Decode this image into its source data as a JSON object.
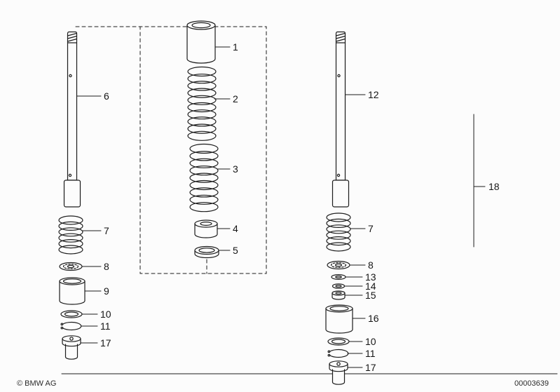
{
  "document": {
    "copyright": "© BMW AG",
    "doc_number": "00003639"
  },
  "callouts": {
    "p1": "1",
    "p2": "2",
    "p3": "3",
    "p4": "4",
    "p5": "5",
    "p6": "6",
    "p7_left": "7",
    "p8_left": "8",
    "p9": "9",
    "p10_left": "10",
    "p11_left": "11",
    "p17_left": "17",
    "p12": "12",
    "p7_right": "7",
    "p8_right": "8",
    "p13": "13",
    "p14": "14",
    "p15": "15",
    "p16": "16",
    "p10_right": "10",
    "p11_right": "11",
    "p17_right": "17",
    "p18": "18"
  }
}
